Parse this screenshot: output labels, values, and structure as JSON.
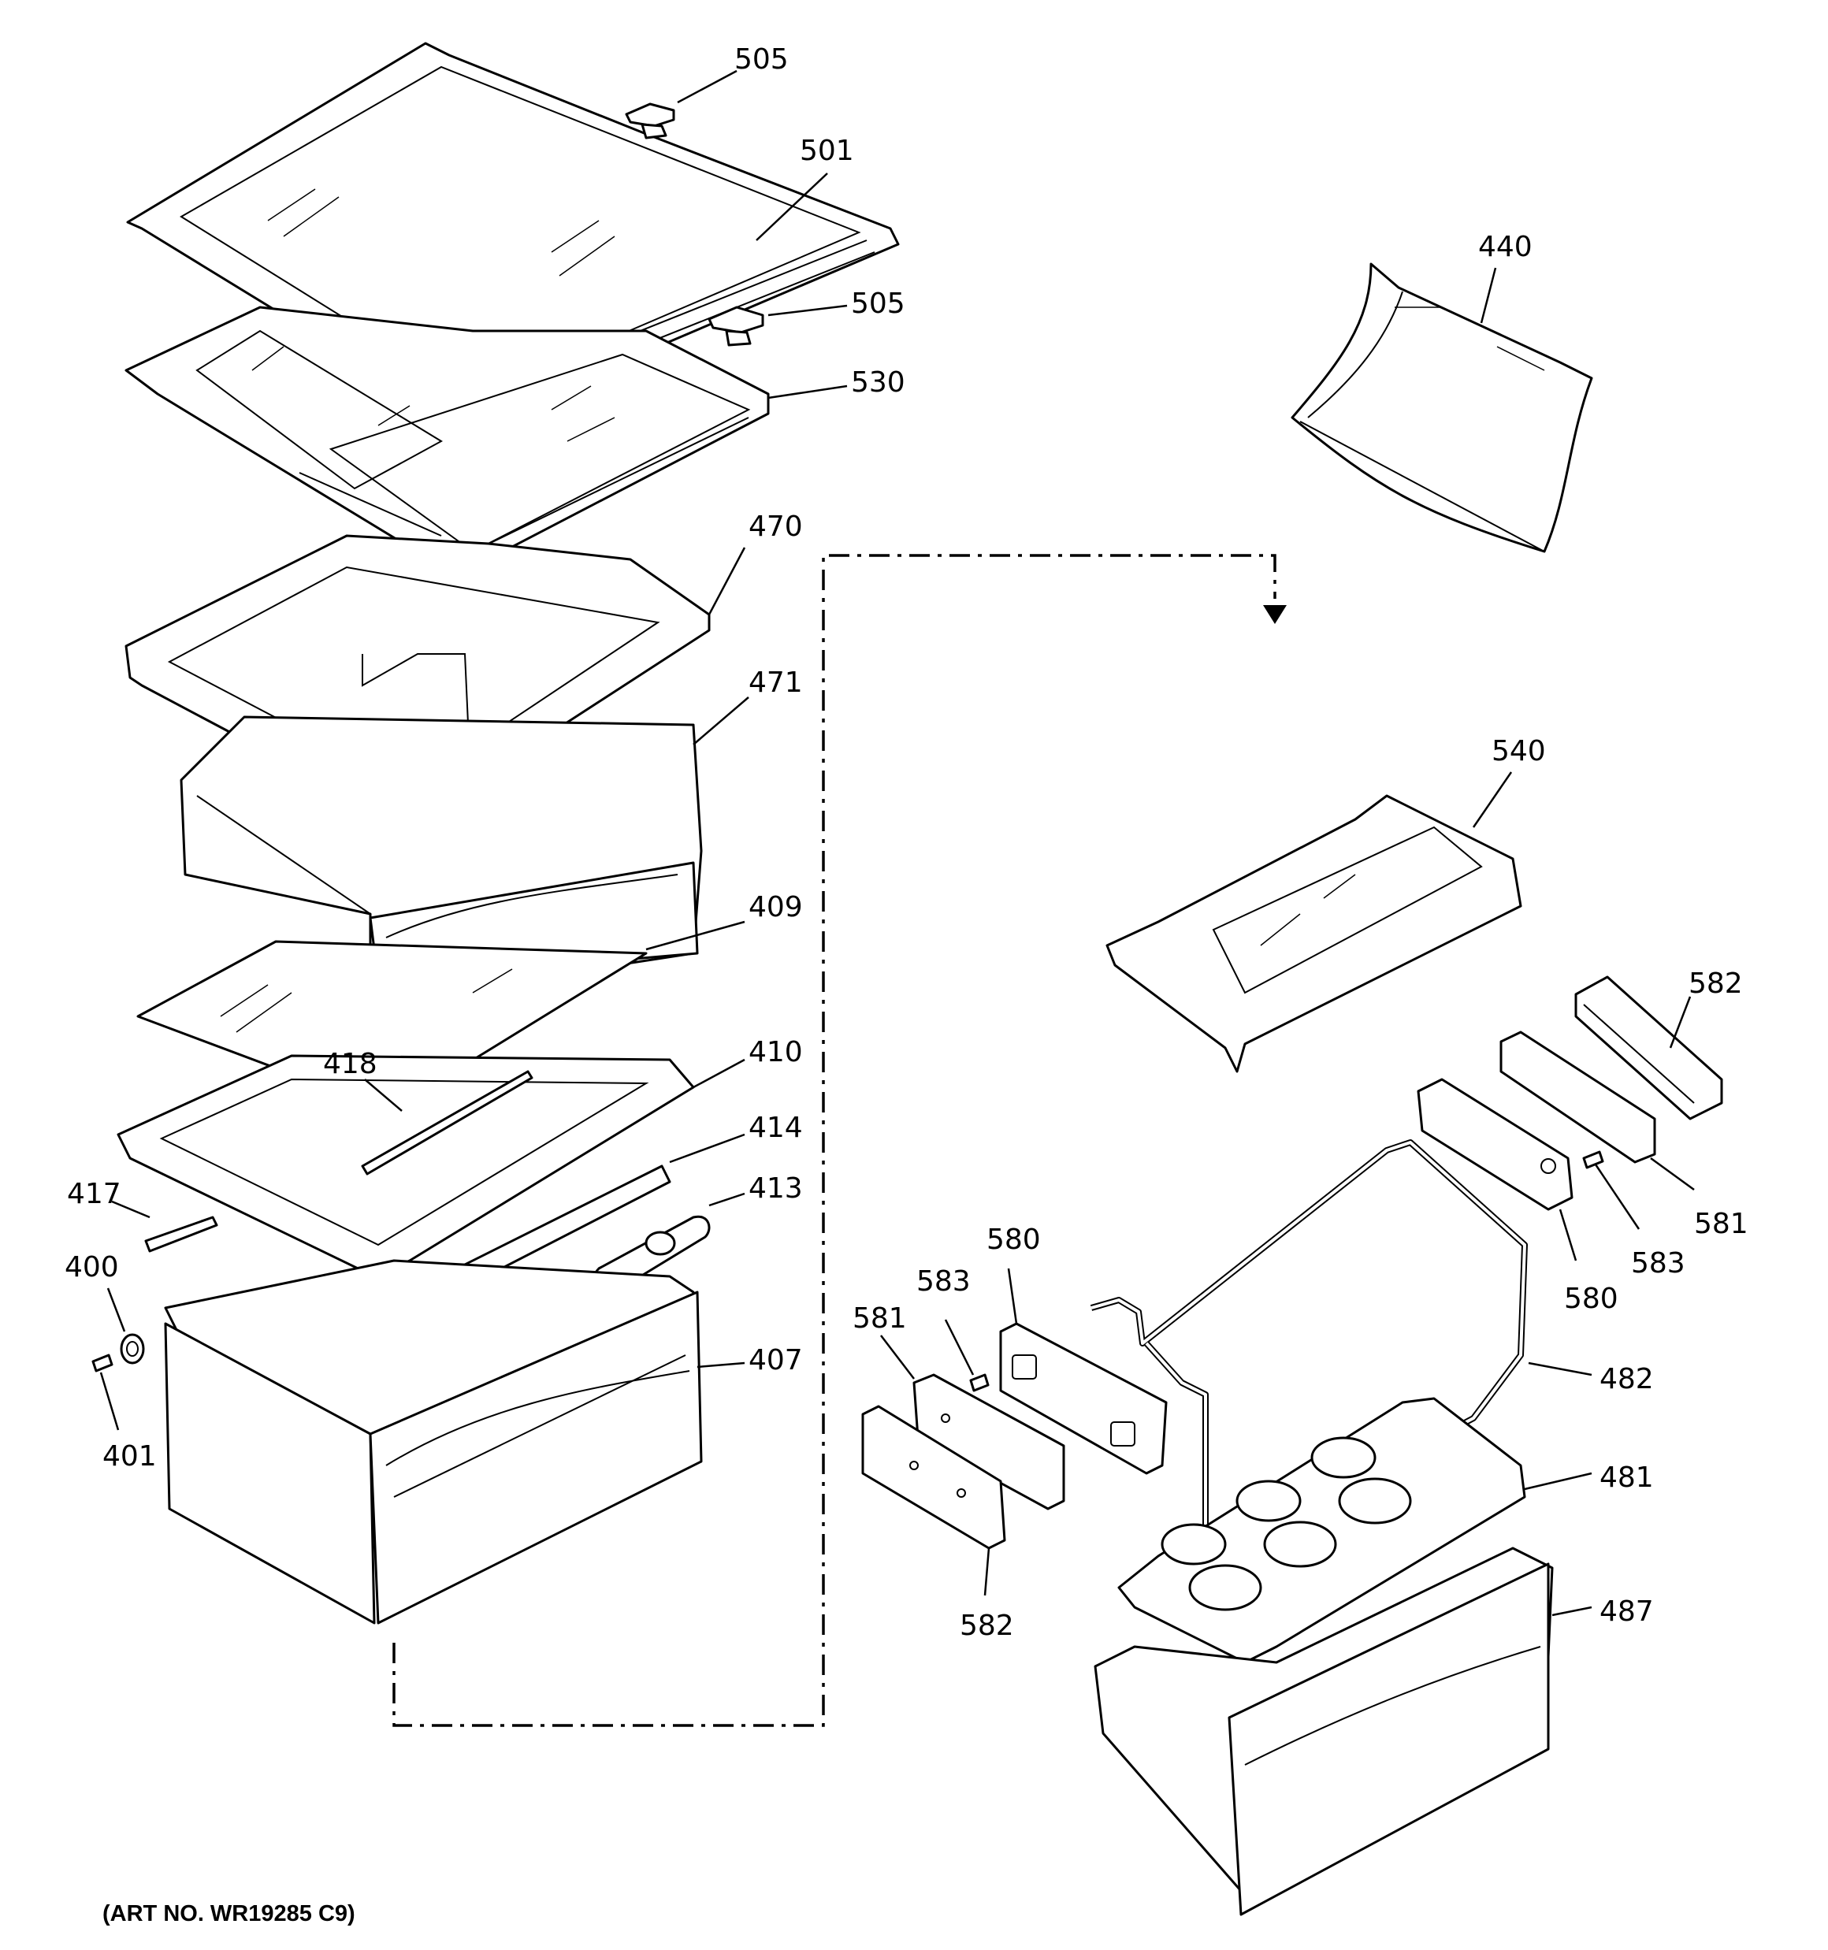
{
  "callouts": {
    "p505a": "505",
    "p501": "501",
    "p505b": "505",
    "p530": "530",
    "p440": "440",
    "p470": "470",
    "p471": "471",
    "p540": "540",
    "p409": "409",
    "p582a": "582",
    "p418": "418",
    "p410": "410",
    "p414": "414",
    "p417": "417",
    "p413": "413",
    "p400": "400",
    "p581a": "581",
    "p583a": "583",
    "p580a": "580",
    "p580b": "580",
    "p583b": "583",
    "p581b": "581",
    "p407": "407",
    "p482": "482",
    "p401": "401",
    "p481": "481",
    "p582b": "582",
    "p487": "487"
  },
  "art_number": "(ART NO. WR19285 C9)"
}
